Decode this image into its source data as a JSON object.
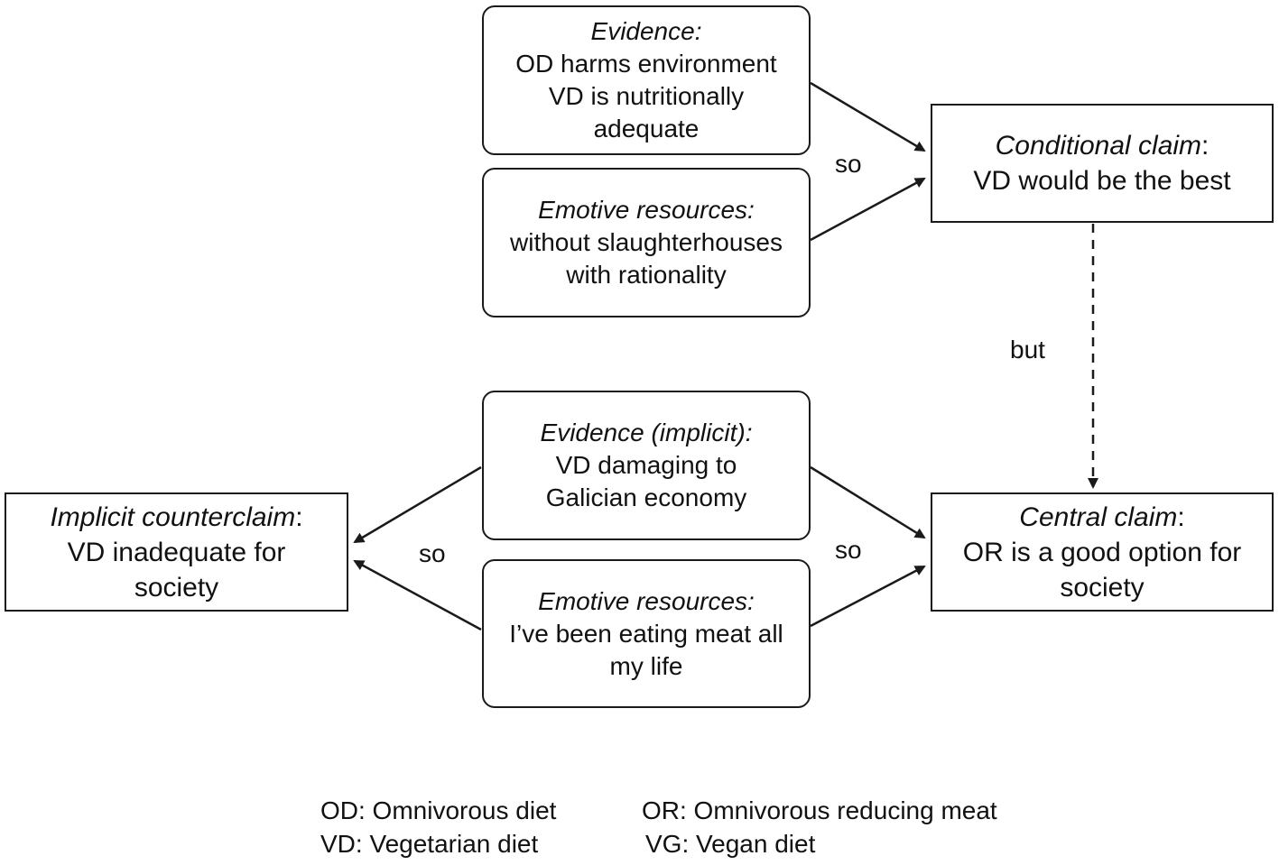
{
  "boxes": {
    "evidence_top": {
      "heading": "Evidence:",
      "lines": [
        "OD harms environment",
        "VD is nutritionally",
        "adequate"
      ]
    },
    "emotive_top": {
      "heading": "Emotive resources:",
      "lines": [
        "without slaughterhouses",
        "with rationality"
      ]
    },
    "conditional_claim": {
      "heading": "Conditional claim",
      "suffix": ":",
      "lines": [
        "VD would be the best"
      ]
    },
    "evidence_implicit": {
      "heading": "Evidence (implicit):",
      "lines": [
        "VD damaging to",
        "Galician economy"
      ]
    },
    "emotive_bottom": {
      "heading": "Emotive resources:",
      "lines": [
        "I’ve been eating meat all",
        "my life"
      ]
    },
    "implicit_counterclaim": {
      "heading": "Implicit counterclaim",
      "suffix": ":",
      "lines": [
        "VD inadequate for",
        "society"
      ]
    },
    "central_claim": {
      "heading": "Central claim",
      "suffix": ":",
      "lines": [
        "OR is a good option for",
        "society"
      ]
    }
  },
  "connectors": {
    "so_top": "so",
    "but": "but",
    "so_left": "so",
    "so_right": "so"
  },
  "legend": {
    "od": "OD: Omnivorous diet",
    "vd": "VD: Vegetarian diet",
    "or": "OR: Omnivorous reducing meat",
    "vg": "VG: Vegan diet"
  },
  "colors": {
    "stroke": "#1a1a1a",
    "text": "#111111",
    "background": "#ffffff"
  }
}
